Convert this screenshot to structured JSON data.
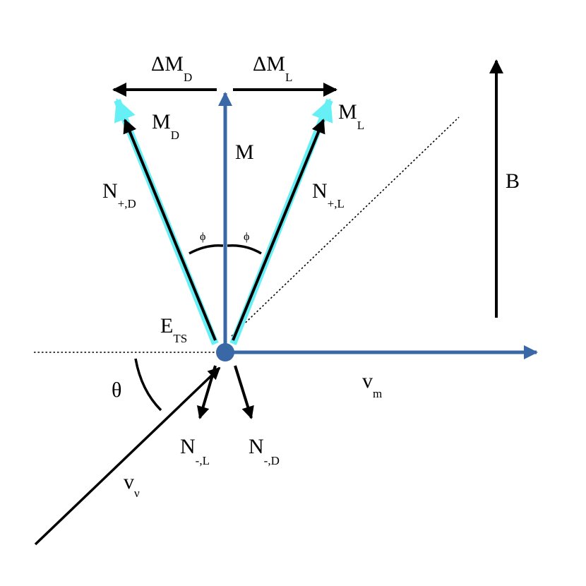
{
  "colors": {
    "blue": "#3a68a6",
    "cyan": "#66f0f5",
    "black": "#000000"
  },
  "labels": {
    "delta_m_d": {
      "main": "ΔM",
      "sub": "D"
    },
    "delta_m_l": {
      "main": "ΔM",
      "sub": "L"
    },
    "m_d": {
      "main": "M",
      "sub": "D"
    },
    "m_l": {
      "main": "M",
      "sub": "L"
    },
    "m": "M",
    "b": "B",
    "n_plus_d": {
      "main": "N",
      "sub": "+,D"
    },
    "n_plus_l": {
      "main": "N",
      "sub": "+,L"
    },
    "phi_left": "ϕ",
    "phi_right": "ϕ",
    "e_ts": {
      "main": "E",
      "sub": "TS"
    },
    "theta": "θ",
    "v_m": {
      "main": "v",
      "sub": "m"
    },
    "v_nu": {
      "main": "v",
      "sub": "ν"
    },
    "n_minus_l": {
      "main": "N",
      "sub": "-,L"
    },
    "n_minus_d": {
      "main": "N",
      "sub": "-,D"
    }
  }
}
